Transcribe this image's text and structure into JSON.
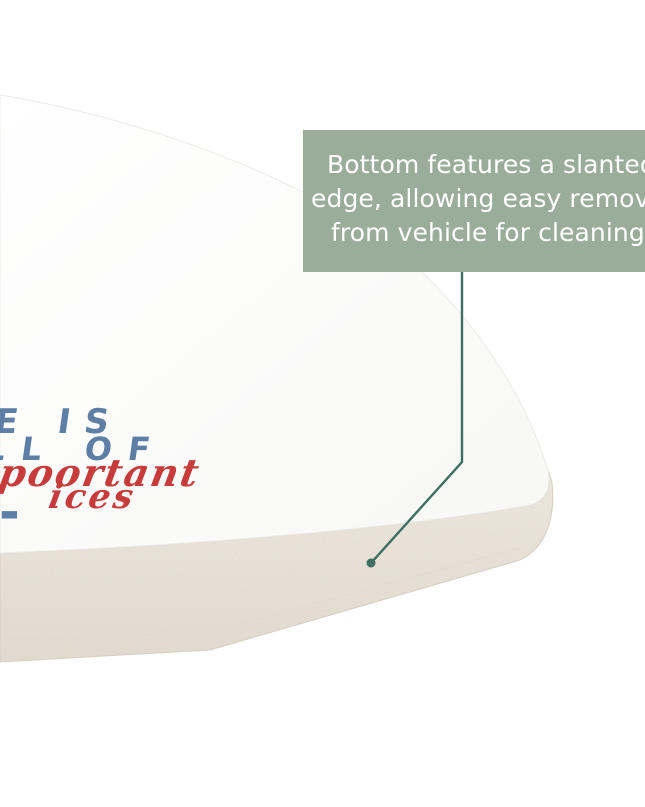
{
  "callout": {
    "lines": [
      "Bottom features a slanted",
      "edge, allowing easy removal",
      "from vehicle for cleaning."
    ]
  },
  "coaster": {
    "line1": "E IS",
    "line2": "LL OF",
    "line3": "poortant",
    "line4": "ices"
  },
  "colors": {
    "callout_bg": "#99ad9a",
    "callout_text": "#ffffff",
    "pointer_line": "#3f6e63",
    "coaster_top": "#fdfdfb",
    "coaster_edge": "#ece6dc",
    "coaster_blue": "#5d7fa6",
    "coaster_red": "#c73b3b"
  }
}
